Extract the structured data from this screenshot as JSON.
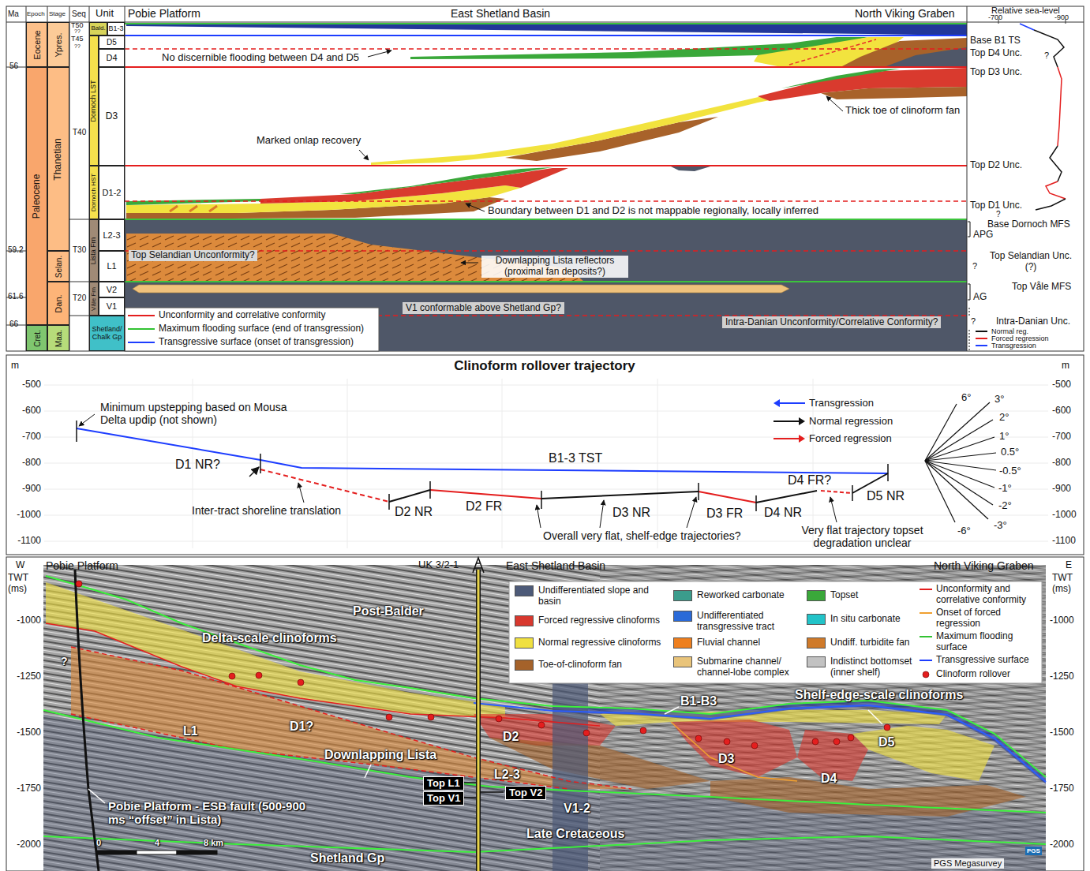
{
  "diagram": {
    "nodes": [
      {
        "text": [
          "Eocene"
        ]
      },
      {
        "text": [
          "Paleocene"
        ]
      },
      {
        "text": [
          "Cret."
        ]
      },
      {
        "text": [
          "Ypres."
        ]
      },
      {
        "text": [
          "Thanetian"
        ]
      },
      {
        "text": [
          "Selan."
        ]
      },
      {
        "text": [
          "Dan."
        ]
      },
      {
        "text": [
          "Maa."
        ]
      },
      {
        "text": [
          "Bald."
        ]
      },
      {
        "text": [
          "B1-3"
        ]
      },
      {
        "text": [
          "Dornoch LST"
        ]
      },
      {
        "text": [
          "D5"
        ]
      },
      {
        "text": [
          "D4"
        ]
      },
      {
        "text": [
          "D3"
        ]
      },
      {
        "text": [
          "Dornoch HST"
        ]
      },
      {
        "text": [
          "D1-2"
        ]
      },
      {
        "text": [
          "Lista Fm"
        ]
      },
      {
        "text": [
          "L2-3"
        ]
      },
      {
        "text": [
          "L1"
        ]
      },
      {
        "text": [
          "Våle Fm"
        ]
      },
      {
        "text": [
          "V2"
        ]
      },
      {
        "text": [
          "V1"
        ]
      },
      {
        "text": [
          "Shetland/ Chalk Gp"
        ]
      },
      {
        "text": [
          "V1 conformable above Shetland Gp?"
        ]
      },
      {
        "text": [
          "Intra-Danian Unconformity/Correlative Conformity?"
        ]
      },
      {
        "text": [
          "Top L1"
        ]
      },
      {
        "text": [
          "Top V1"
        ]
      },
      {
        "text": [
          "Top V2"
        ]
      }
    ],
    "labels": [
      "Ma",
      "Epoch",
      "Stage",
      "Seq",
      "Unit",
      "Pobie Platform",
      "East Shetland Basin",
      "North Viking Graben",
      "Relative sea-level",
      "-700",
      "-900",
      "56",
      "59.2",
      "61.6",
      "66",
      "T50",
      "??",
      "T45",
      "??",
      "T40",
      "T30",
      "T20",
      "No discernible flooding between D4 and D5",
      "Marked onlap recovery",
      "Thick toe of clinoform fan",
      "Boundary between D1 and D2 is not mappable regionally, locally inferred",
      "Top Selandian Unconformity?",
      "Downlapping Lista reflectors (proximal fan deposits?)",
      "Base B1 TS",
      "Top D4 Unc.",
      "?",
      "Top D3 Unc.",
      "Top D2 Unc.",
      "Top D1 Unc.",
      "?",
      "Base Dornoch MFS",
      "APG",
      "Top Selandian Unc. (?)",
      "?",
      "Top Våle MFS",
      "AG",
      "Intra-Danian Unc.",
      "?",
      "m",
      "m",
      "-500",
      "-600",
      "-700",
      "-800",
      "-900",
      "-1000",
      "-1100",
      "-500",
      "-600",
      "-700",
      "-800",
      "-900",
      "-1000",
      "-1100",
      "Clinoform rollover trajectory",
      "Minimum upstepping based on Mousa Delta updip (not shown)",
      "D1 NR?",
      "Inter-tract shoreline translation",
      "B1-3 TST",
      "D2 NR",
      "D2 FR",
      "D3 NR",
      "D3 FR",
      "D4 NR",
      "D4 FR?",
      "D5 NR",
      "Overall very flat, shelf-edge trajectories?",
      "Very flat trajectory topset degradation unclear",
      "6°",
      "3°",
      "2°",
      "1°",
      "0.5°",
      "-0.5°",
      "-1°",
      "-2°",
      "-3°",
      "-6°",
      "W",
      "E",
      "TWT (ms)",
      "TWT (ms)",
      "Pobie Platform",
      "UK 3/2-1",
      "East Shetland Basin",
      "North Viking Graben",
      "-1000",
      "-1250",
      "-1500",
      "-1750",
      "-2000",
      "-1000",
      "-1250",
      "-1500",
      "-1750",
      "-2000",
      "Post-Balder",
      "Delta-scale clinoforms",
      "?",
      "L1",
      "D1?",
      "Downlapping Lista",
      "D2",
      "L2-3",
      "V1-2",
      "Late Cretaceous",
      "Shetland Gp",
      "Pobie Platform - ESB fault (500-900 ms “offset” in Lista)",
      "0",
      "4",
      "8 km",
      "B1-B3",
      "D3",
      "D4",
      "D5",
      "Shelf-edge-scale clinoforms",
      "PGS Megasurvey",
      "PGS"
    ],
    "legend": [
      {
        "text": "Unconformity and correlative conformity"
      },
      {
        "text": "Maximum flooding surface (end of transgression)"
      },
      {
        "text": "Transgressive surface (onset of transgression)"
      },
      {
        "text": "Normal reg."
      },
      {
        "text": "Forced regression"
      },
      {
        "text": "Transgression"
      },
      {
        "text": "Transgression"
      },
      {
        "text": "Normal regression"
      },
      {
        "text": "Forced regression"
      },
      {
        "text": "Undifferentiated slope and basin",
        "color": "#4d5a78"
      },
      {
        "text": "Forced regressive clinoforms",
        "color": "#d8382e"
      },
      {
        "text": "Normal regressive clinoforms",
        "color": "#f0e040"
      },
      {
        "text": "Toe-of-clinoform fan",
        "color": "#a5622a"
      },
      {
        "text": "Reworked carbonate",
        "color": "#3b9c8c"
      },
      {
        "text": "Undifferentiated transgressive tract",
        "color": "#2a6ad8"
      },
      {
        "text": "Fluvial channel",
        "color": "#ee7f1e"
      },
      {
        "text": "Submarine channel/ channel-lobe complex",
        "color": "#e9c47a"
      },
      {
        "text": "Topset",
        "color": "#3aa83a"
      },
      {
        "text": "In situ carbonate",
        "color": "#22c3c8"
      },
      {
        "text": "Undiff. turbidite fan",
        "color": "#cf7a2a"
      },
      {
        "text": "Indistinct bottomset (inner shelf)",
        "color": "#c2c2c2"
      },
      {
        "text": "Unconformity and correlative conformity"
      },
      {
        "text": "Onset of forced regression"
      },
      {
        "text": "Maximum flooding surface"
      },
      {
        "text": "Transgressive surface"
      },
      {
        "text": "Clinoform rollover"
      }
    ]
  }
}
